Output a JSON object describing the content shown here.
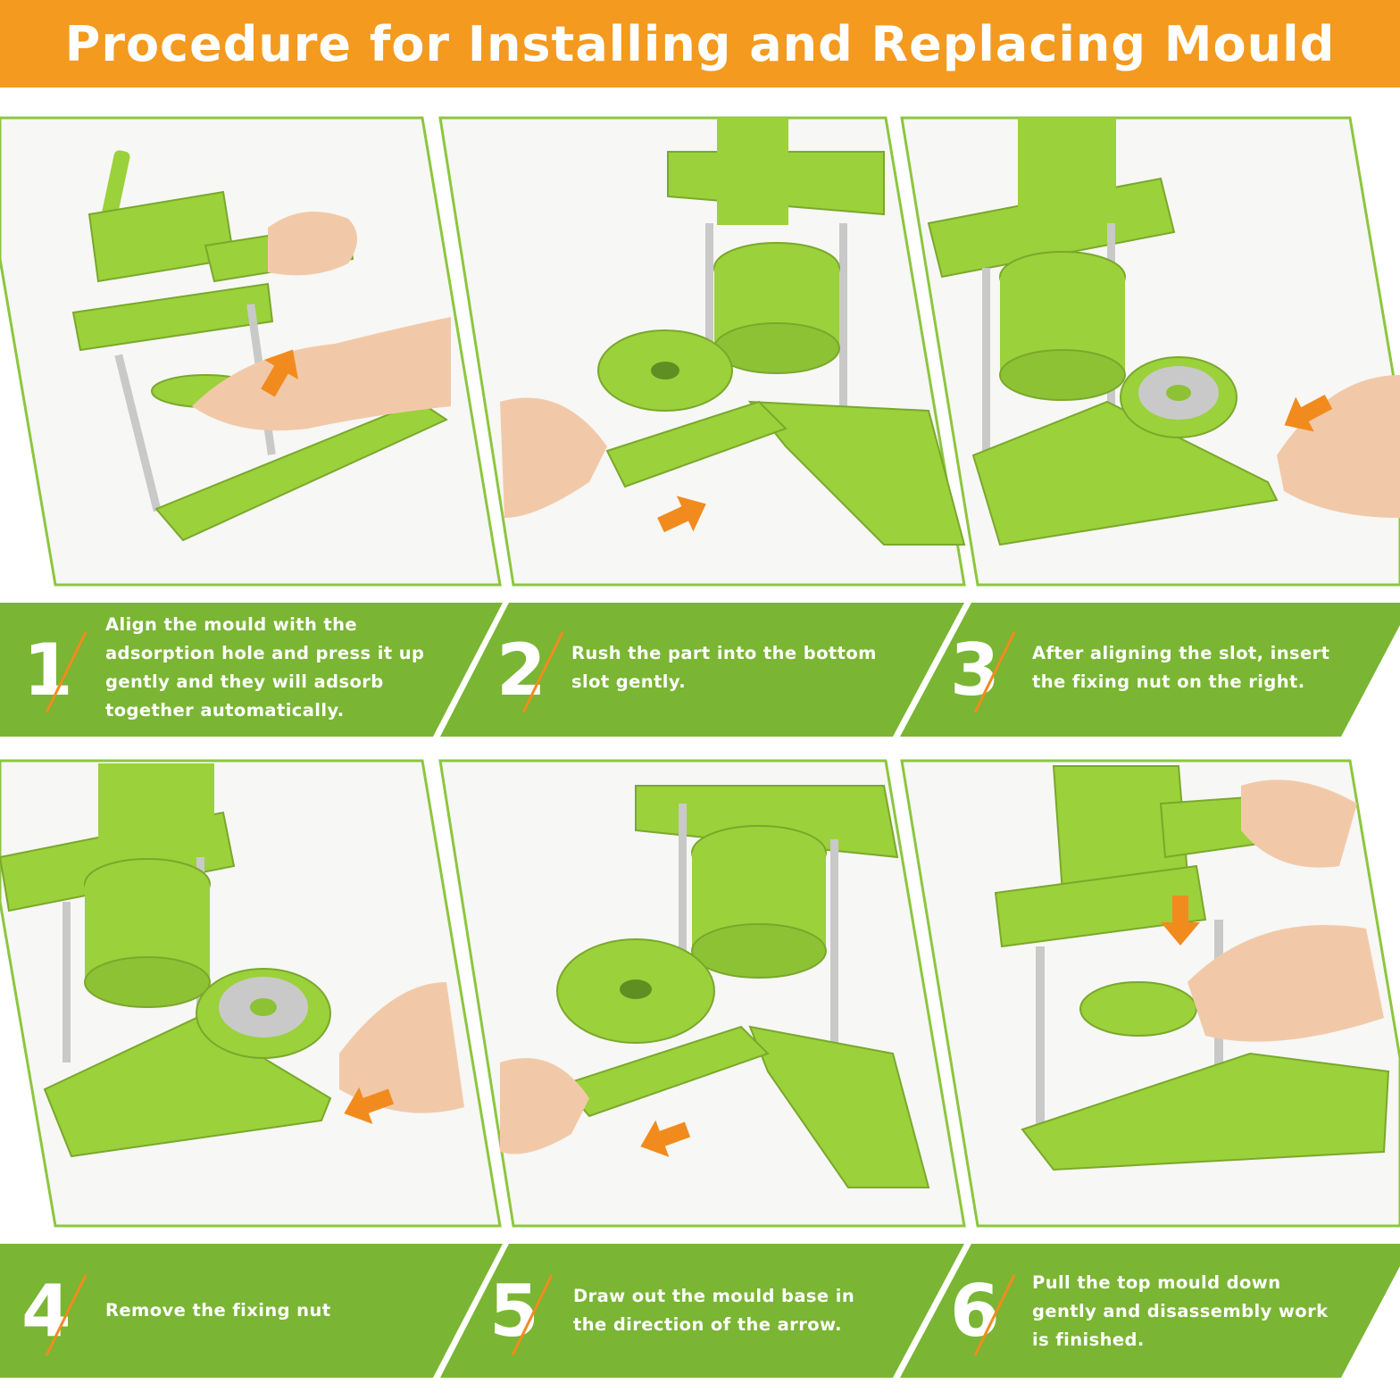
{
  "header": {
    "title": "Procedure for Installing and Replacing Mould"
  },
  "colors": {
    "banner": "#f39a1f",
    "green_band": "#7ab534",
    "panel_border": "#8cc63f",
    "device_green": "#9bd13a",
    "arrow_orange": "#f28b1e"
  },
  "steps": [
    {
      "number": "1",
      "lines": [
        "Align the mould with the",
        "adsorption hole and press it up",
        "gently and they will adsorb",
        "together automatically."
      ]
    },
    {
      "number": "2",
      "lines": [
        "Rush the part into the bottom",
        "slot gently."
      ]
    },
    {
      "number": "3",
      "lines": [
        "After aligning the slot, insert",
        "the fixing nut on the right."
      ]
    },
    {
      "number": "4",
      "lines": [
        "Remove the fixing nut"
      ]
    },
    {
      "number": "5",
      "lines": [
        "Draw out the mould base in",
        "the direction of the arrow."
      ]
    },
    {
      "number": "6",
      "lines": [
        "Pull the top mould down",
        "gently and disassembly work",
        "is finished."
      ]
    }
  ]
}
